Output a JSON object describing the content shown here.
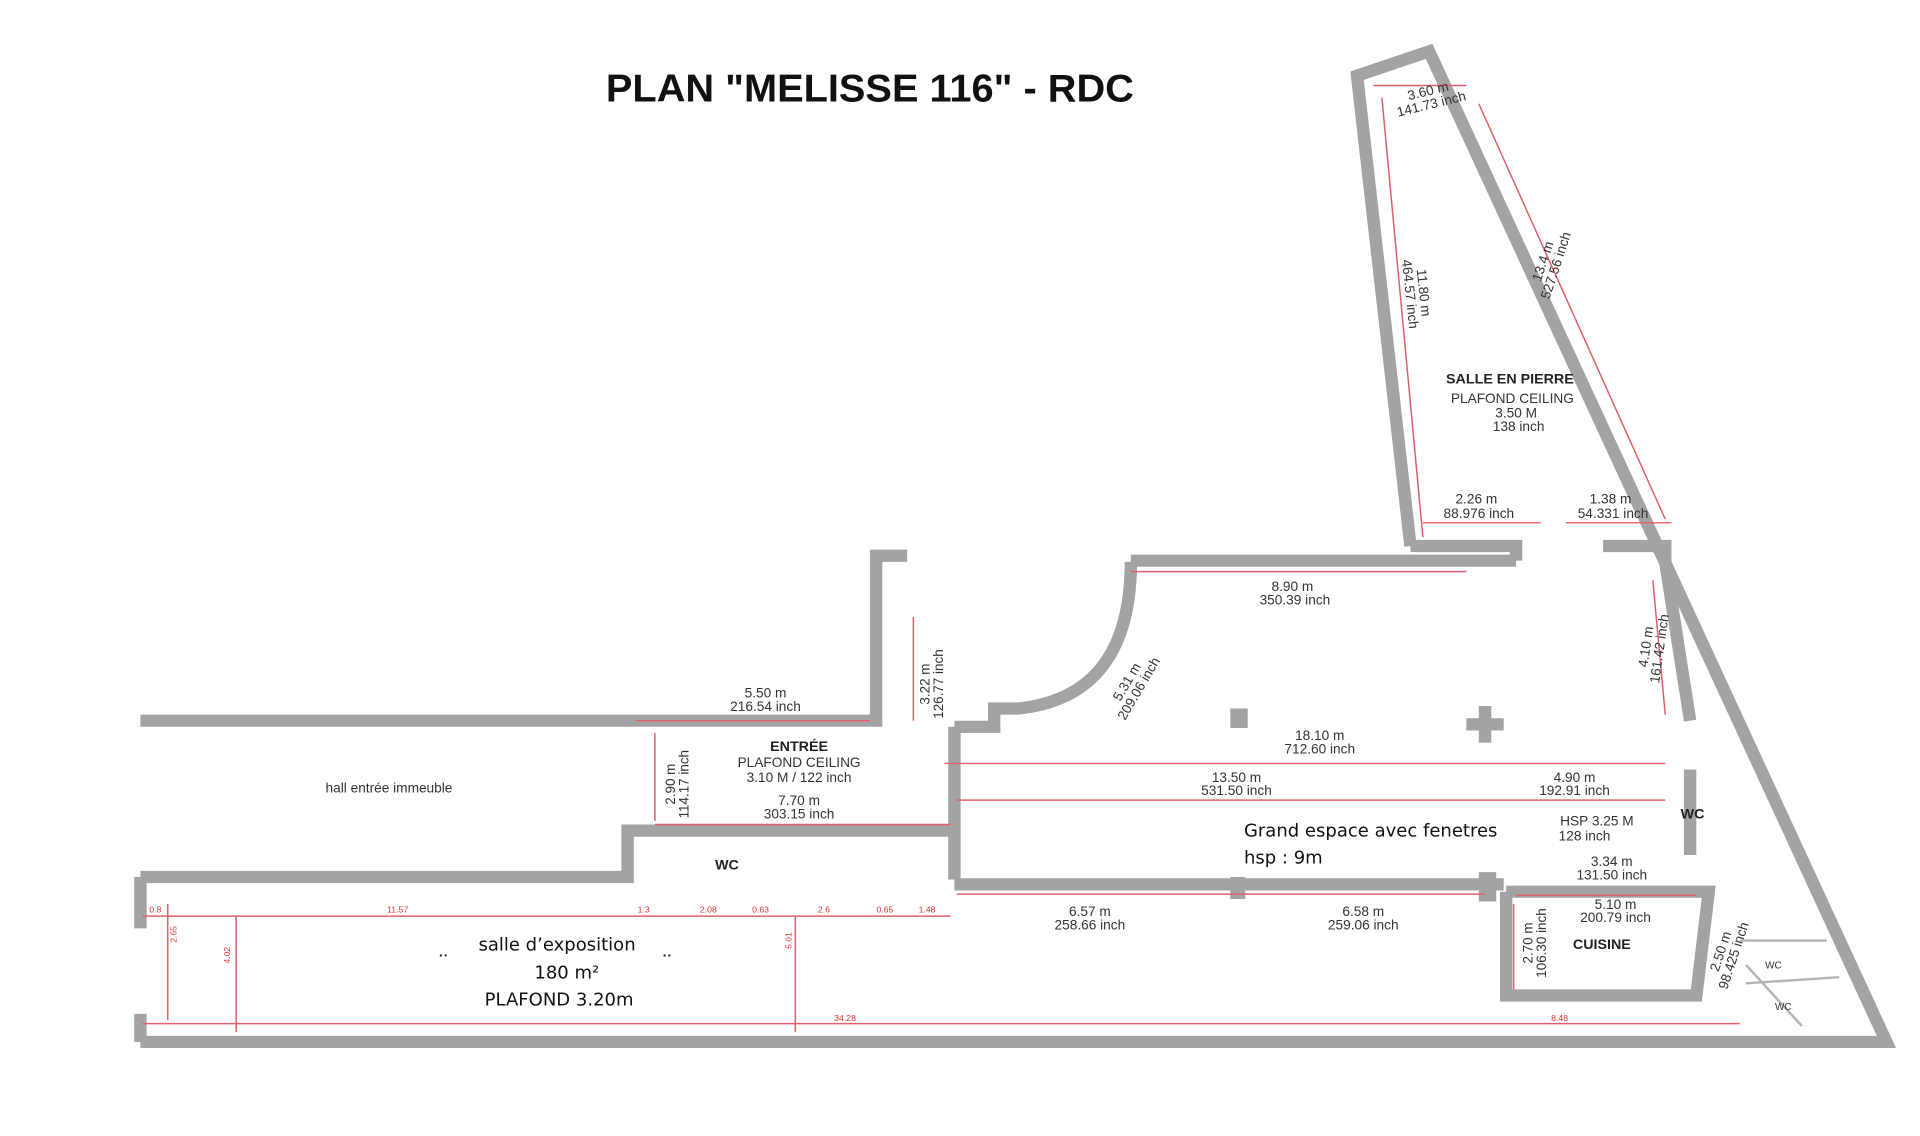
{
  "title": "PLAN \"MELISSE 116\" - RDC",
  "rooms": {
    "salle_pierre": {
      "name": "SALLE EN PIERRE",
      "ceiling": "PLAFOND CEILING",
      "height_m": "3.50 M",
      "height_in": "138 inch"
    },
    "entree": {
      "name": "ENTRÉE",
      "ceiling": "PLAFOND CEILING",
      "height": "3.10 M  / 122 inch"
    },
    "hall": {
      "name": "hall entrée immeuble"
    },
    "exposition": {
      "name": "salle d’exposition",
      "area": "180 m²",
      "ceiling": "PLAFOND 3.20m"
    },
    "grand_espace": {
      "name": "Grand espace avec fenetres",
      "hsp": "hsp : 9m",
      "hsp_label": "HSP 3.25 M",
      "hsp_in": "128 inch"
    },
    "cuisine": {
      "name": "CUISINE"
    },
    "wc_labels": [
      "WC",
      "WC",
      "WC",
      "WC"
    ]
  },
  "dimensions": {
    "d1": [
      "3.60 m",
      "141.73 inch"
    ],
    "d2": [
      "11.80 m",
      "464.57 inch"
    ],
    "d3": [
      "13.4 m",
      "527.56 inch"
    ],
    "d4": [
      "2.26 m",
      "88.976 inch"
    ],
    "d5": [
      "1.38 m",
      "54.331 inch"
    ],
    "d6": [
      "8.90 m",
      "350.39 inch"
    ],
    "d7": [
      "4.10 m",
      "161.42 inch"
    ],
    "d8": [
      "5.31 m",
      "209.06 inch"
    ],
    "d9": [
      "3.22 m",
      "126.77 inch"
    ],
    "d10": [
      "5.50 m",
      "216.54 inch"
    ],
    "d11": [
      "2.90 m",
      "114.17 inch"
    ],
    "d12": [
      "7.70 m",
      "303.15 inch"
    ],
    "d13": [
      "18.10 m",
      "712.60 inch"
    ],
    "d14": [
      "13.50 m",
      "531.50 inch"
    ],
    "d15": [
      "4.90 m",
      "192.91 inch"
    ],
    "d16": [
      "3.34 m",
      "131.50 inch"
    ],
    "d17": [
      "6.57 m",
      "258.66 inch"
    ],
    "d18": [
      "6.58 m",
      "259.06 inch"
    ],
    "d19": [
      "5.10 m",
      "200.79 inch"
    ],
    "d20": [
      "2.70 m",
      "106.30 inch"
    ],
    "d21": [
      "2.50 m",
      "98.425 inch"
    ]
  },
  "small_dims": [
    "0.8",
    "11.57",
    "1.3",
    "2.08",
    "0.63",
    "2.6",
    "0.65",
    "1.48",
    "2.65",
    "4.02",
    "5.01",
    "34.28",
    "8.48"
  ]
}
